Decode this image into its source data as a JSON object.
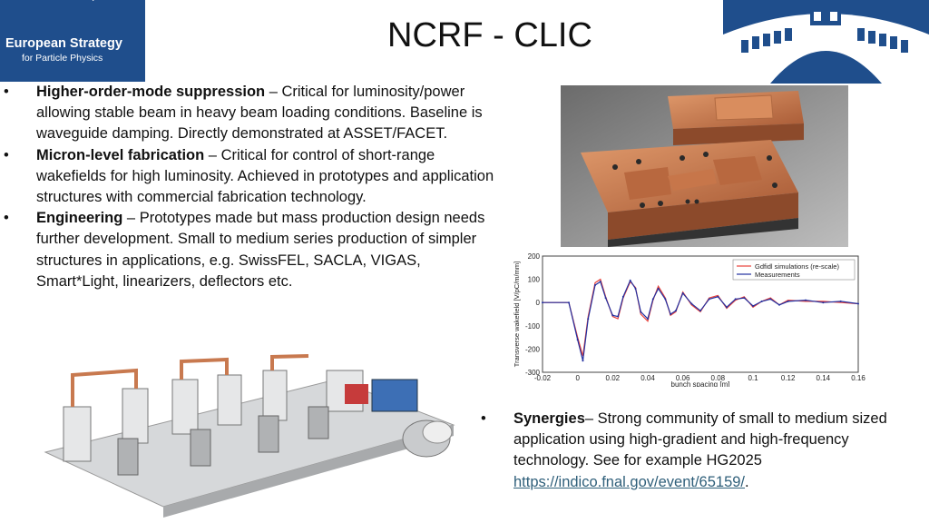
{
  "header": {
    "title": "NCRF - CLIC",
    "logo_line1": "European Strategy",
    "logo_line2": "for Particle Physics"
  },
  "bullets": [
    {
      "bullet": "•",
      "heading": "Higher-order-mode suppression",
      "text": " – Critical for luminosity/power allowing stable beam in heavy beam loading conditions. Baseline is waveguide damping. Directly demonstrated at ASSET/FACET."
    },
    {
      "bullet": "•",
      "heading": "Micron-level fabrication",
      "text": " – Critical for control of short-range wakefields for high luminosity. Achieved in prototypes and application structures with commercial fabrication technology."
    },
    {
      "bullet": "•",
      "heading": "Engineering",
      "text": " – Prototypes made but mass production design needs further development. Small to medium series production of simpler structures in applications, e.g. SwissFEL, SACLA, VIGAS, Smart*Light, linearizers, deflectors etc."
    }
  ],
  "synergies": {
    "bullet": "•",
    "heading": "Synergies",
    "text": "– Strong community of small to medium sized application using  high-gradient and high-frequency technology. See for example HG2025 ",
    "link": "https://indico.fnal.gov/event/65159/",
    "trail": "."
  },
  "colors": {
    "logo_bg": "#1f4e8c",
    "copper": "#c8794f",
    "sim_line": "#e8413a",
    "meas_line": "#2230a0"
  },
  "chart_data": {
    "type": "line",
    "xlabel": "bunch spacing [m]",
    "ylabel": "Transverse wakefield [V/pC/m/mm]",
    "xlim": [
      -0.02,
      0.16
    ],
    "ylim": [
      -300,
      200
    ],
    "xticks": [
      "-0.02",
      "0",
      "0.02",
      "0.04",
      "0.06",
      "0.08",
      "0.1",
      "0.12",
      "0.14",
      "0.16"
    ],
    "yticks": [
      "200",
      "100",
      "0",
      "-100",
      "-200",
      "-300"
    ],
    "grid": true,
    "legend_position": "top-right",
    "series": [
      {
        "name": "Gdfidl simulations (re-scale)",
        "x": [
          -0.02,
          -0.005,
          0,
          0.003,
          0.006,
          0.01,
          0.013,
          0.016,
          0.02,
          0.023,
          0.026,
          0.03,
          0.033,
          0.036,
          0.04,
          0.043,
          0.046,
          0.05,
          0.053,
          0.056,
          0.06,
          0.065,
          0.07,
          0.075,
          0.08,
          0.085,
          0.09,
          0.095,
          0.1,
          0.105,
          0.11,
          0.115,
          0.12,
          0.13,
          0.14,
          0.15,
          0.16
        ],
        "y": [
          0,
          0,
          -150,
          -230,
          -60,
          85,
          100,
          25,
          -60,
          -70,
          20,
          90,
          65,
          -50,
          -80,
          10,
          70,
          20,
          -55,
          -40,
          45,
          -10,
          -40,
          20,
          30,
          -25,
          10,
          25,
          -20,
          5,
          20,
          -10,
          10,
          5,
          5,
          0,
          -5
        ]
      },
      {
        "name": "Measurements",
        "x": [
          -0.02,
          -0.005,
          0,
          0.003,
          0.006,
          0.01,
          0.013,
          0.016,
          0.02,
          0.023,
          0.026,
          0.03,
          0.033,
          0.036,
          0.04,
          0.043,
          0.046,
          0.05,
          0.053,
          0.056,
          0.06,
          0.065,
          0.07,
          0.075,
          0.08,
          0.085,
          0.09,
          0.095,
          0.1,
          0.105,
          0.11,
          0.115,
          0.12,
          0.13,
          0.14,
          0.15,
          0.16
        ],
        "y": [
          0,
          0,
          -160,
          -250,
          -70,
          75,
          90,
          20,
          -55,
          -60,
          25,
          95,
          60,
          -40,
          -70,
          15,
          60,
          15,
          -50,
          -35,
          40,
          -5,
          -35,
          15,
          25,
          -20,
          15,
          20,
          -15,
          5,
          15,
          -10,
          5,
          10,
          0,
          5,
          -5
        ]
      }
    ]
  }
}
